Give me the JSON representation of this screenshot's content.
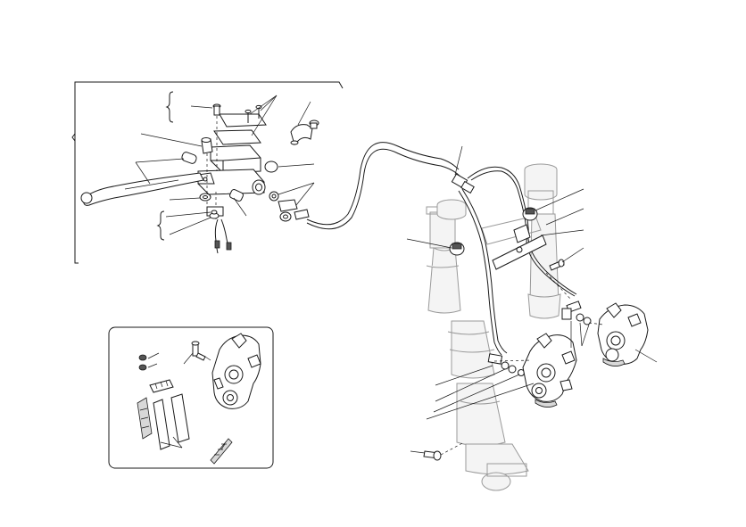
{
  "diagram": {
    "background_color": "#ffffff",
    "line_color": "#1a1a1a",
    "ghost_color": "#9a9a9a",
    "groups": [
      "master-cylinder-assembly",
      "brake-hoses",
      "front-fork",
      "left-caliper",
      "right-caliper",
      "caliper-kit-detail"
    ]
  }
}
